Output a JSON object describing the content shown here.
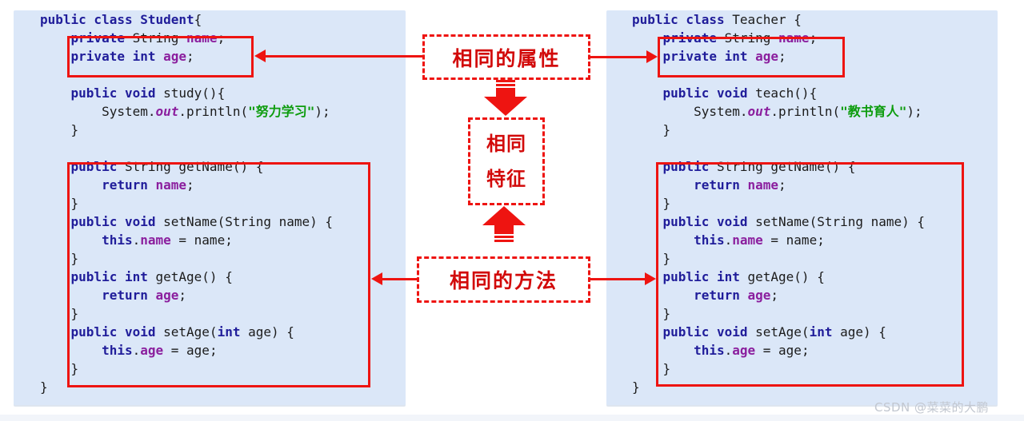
{
  "colors": {
    "panel_bg": "#dbe7f8",
    "keyword": "#201d9a",
    "identifier": "#1b1b1b",
    "field": "#8b1f9e",
    "string": "#0c9c0c",
    "accent_red_border": "#ee1411",
    "accent_red_text": "#d20a0a",
    "watermark_gray": "#c2c7d0"
  },
  "annotations": {
    "same_attributes": "相同的属性",
    "same_feature_line1": "相同",
    "same_feature_line2": "特征",
    "same_methods": "相同的方法",
    "down-arrow-icon": "striped-down-arrow",
    "up-arrow-icon": "striped-up-arrow"
  },
  "watermark": "CSDN @菜菜的大鹏",
  "student_panel": {
    "class_name": "Student",
    "code": [
      [
        [
          "kw",
          "public class "
        ],
        [
          "kw",
          "Student"
        ],
        [
          "pl",
          "{"
        ]
      ],
      [
        [
          "pl",
          "    "
        ],
        [
          "kw",
          "private"
        ],
        [
          "pl",
          " String "
        ],
        [
          "vr",
          "name"
        ],
        [
          "pl",
          ";"
        ]
      ],
      [
        [
          "pl",
          "    "
        ],
        [
          "kw",
          "private int"
        ],
        [
          "pl",
          " "
        ],
        [
          "vr",
          "age"
        ],
        [
          "pl",
          ";"
        ]
      ],
      [],
      [
        [
          "pl",
          "    "
        ],
        [
          "kw",
          "public void"
        ],
        [
          "pl",
          " study(){"
        ]
      ],
      [
        [
          "pl",
          "        System."
        ],
        [
          "out",
          "out"
        ],
        [
          "pl",
          ".println("
        ],
        [
          "st",
          "\"努力学习\""
        ],
        [
          "pl",
          ");"
        ]
      ],
      [
        [
          "pl",
          "    }"
        ]
      ],
      [],
      [
        [
          "pl",
          "    "
        ],
        [
          "kw",
          "public"
        ],
        [
          "pl",
          " String getName() {"
        ]
      ],
      [
        [
          "pl",
          "        "
        ],
        [
          "kw",
          "return"
        ],
        [
          "pl",
          " "
        ],
        [
          "vr",
          "name"
        ],
        [
          "pl",
          ";"
        ]
      ],
      [
        [
          "pl",
          "    }"
        ]
      ],
      [
        [
          "pl",
          "    "
        ],
        [
          "kw",
          "public void"
        ],
        [
          "pl",
          " setName(String name) {"
        ]
      ],
      [
        [
          "pl",
          "        "
        ],
        [
          "kw",
          "this"
        ],
        [
          "pl",
          "."
        ],
        [
          "vr",
          "name"
        ],
        [
          "pl",
          " = name;"
        ]
      ],
      [
        [
          "pl",
          "    }"
        ]
      ],
      [
        [
          "pl",
          "    "
        ],
        [
          "kw",
          "public int"
        ],
        [
          "pl",
          " getAge() {"
        ]
      ],
      [
        [
          "pl",
          "        "
        ],
        [
          "kw",
          "return"
        ],
        [
          "pl",
          " "
        ],
        [
          "vr",
          "age"
        ],
        [
          "pl",
          ";"
        ]
      ],
      [
        [
          "pl",
          "    }"
        ]
      ],
      [
        [
          "pl",
          "    "
        ],
        [
          "kw",
          "public void"
        ],
        [
          "pl",
          " setAge("
        ],
        [
          "kw",
          "int"
        ],
        [
          "pl",
          " age) {"
        ]
      ],
      [
        [
          "pl",
          "        "
        ],
        [
          "kw",
          "this"
        ],
        [
          "pl",
          "."
        ],
        [
          "vr",
          "age"
        ],
        [
          "pl",
          " = age;"
        ]
      ],
      [
        [
          "pl",
          "    }"
        ]
      ],
      [
        [
          "pl",
          "}"
        ]
      ]
    ]
  },
  "teacher_panel": {
    "class_name": "Teacher",
    "code": [
      [
        [
          "kw",
          "public class "
        ],
        [
          "pl",
          "Teacher {"
        ]
      ],
      [
        [
          "pl",
          "    "
        ],
        [
          "kw",
          "private"
        ],
        [
          "pl",
          " String "
        ],
        [
          "vr",
          "name"
        ],
        [
          "pl",
          ";"
        ]
      ],
      [
        [
          "pl",
          "    "
        ],
        [
          "kw",
          "private int"
        ],
        [
          "pl",
          " "
        ],
        [
          "vr",
          "age"
        ],
        [
          "pl",
          ";"
        ]
      ],
      [],
      [
        [
          "pl",
          "    "
        ],
        [
          "kw",
          "public void"
        ],
        [
          "pl",
          " teach(){"
        ]
      ],
      [
        [
          "pl",
          "        System."
        ],
        [
          "out",
          "out"
        ],
        [
          "pl",
          ".println("
        ],
        [
          "st",
          "\"教书育人\""
        ],
        [
          "pl",
          ");"
        ]
      ],
      [
        [
          "pl",
          "    }"
        ]
      ],
      [],
      [
        [
          "pl",
          "    "
        ],
        [
          "kw",
          "public"
        ],
        [
          "pl",
          " String getName() {"
        ]
      ],
      [
        [
          "pl",
          "        "
        ],
        [
          "kw",
          "return"
        ],
        [
          "pl",
          " "
        ],
        [
          "vr",
          "name"
        ],
        [
          "pl",
          ";"
        ]
      ],
      [
        [
          "pl",
          "    }"
        ]
      ],
      [
        [
          "pl",
          "    "
        ],
        [
          "kw",
          "public void"
        ],
        [
          "pl",
          " setName(String name) {"
        ]
      ],
      [
        [
          "pl",
          "        "
        ],
        [
          "kw",
          "this"
        ],
        [
          "pl",
          "."
        ],
        [
          "vr",
          "name"
        ],
        [
          "pl",
          " = name;"
        ]
      ],
      [
        [
          "pl",
          "    }"
        ]
      ],
      [
        [
          "pl",
          "    "
        ],
        [
          "kw",
          "public int"
        ],
        [
          "pl",
          " getAge() {"
        ]
      ],
      [
        [
          "pl",
          "        "
        ],
        [
          "kw",
          "return"
        ],
        [
          "pl",
          " "
        ],
        [
          "vr",
          "age"
        ],
        [
          "pl",
          ";"
        ]
      ],
      [
        [
          "pl",
          "    }"
        ]
      ],
      [
        [
          "pl",
          "    "
        ],
        [
          "kw",
          "public void"
        ],
        [
          "pl",
          " setAge("
        ],
        [
          "kw",
          "int"
        ],
        [
          "pl",
          " age) {"
        ]
      ],
      [
        [
          "pl",
          "        "
        ],
        [
          "kw",
          "this"
        ],
        [
          "pl",
          "."
        ],
        [
          "vr",
          "age"
        ],
        [
          "pl",
          " = age;"
        ]
      ],
      [
        [
          "pl",
          "    }"
        ]
      ],
      [
        [
          "pl",
          "}"
        ]
      ]
    ]
  }
}
